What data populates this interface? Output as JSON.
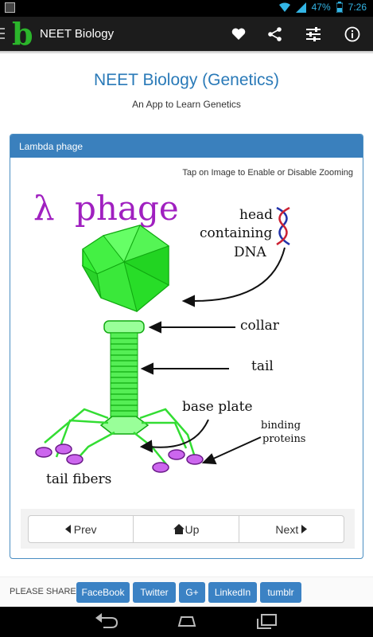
{
  "status": {
    "battery": "47%",
    "time": "7:26"
  },
  "app": {
    "logo_letter": "b",
    "title": "NEET Biology"
  },
  "header": {
    "title": "NEET Biology (Genetics)",
    "subtitle": "An App to Learn Genetics"
  },
  "panel": {
    "heading": "Lambda phage",
    "hint": "Tap on Image to Enable or Disable Zooming",
    "figure": {
      "title_symbol": "λ",
      "title_word": "phage",
      "labels": {
        "head_line1": "head",
        "head_line2": "containing",
        "head_line3": "DNA",
        "collar": "collar",
        "tail": "tail",
        "base_plate": "base plate",
        "binding_line1": "binding",
        "binding_line2": "proteins",
        "tail_fibers": "tail fibers"
      }
    },
    "nav": {
      "prev": "Prev",
      "up": "Up",
      "next": "Next"
    }
  },
  "share": {
    "label": "PLEASE SHARE:",
    "buttons": [
      "FaceBook",
      "Twitter",
      "G+",
      "LinkedIn",
      "tumblr"
    ]
  },
  "colors": {
    "accent": "#2a7ab8",
    "panel_header": "#3a80bd",
    "logo": "#2bb52b",
    "phage_green": "#33ee33",
    "fiber_tip": "#aa33cc"
  }
}
